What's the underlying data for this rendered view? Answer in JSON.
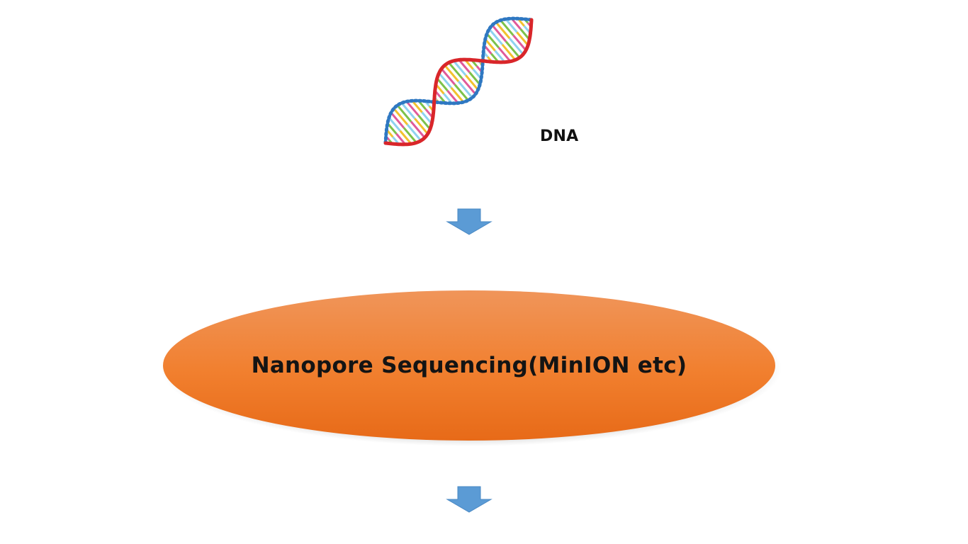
{
  "diagram": {
    "nodes": [
      {
        "id": "dna",
        "label": "DNA",
        "icon": "dna-double-helix-icon"
      },
      {
        "id": "nanopore",
        "label": "Nanopore Sequencing(MinION etc)",
        "shape": "ellipse"
      }
    ],
    "edges": [
      {
        "from": "dna",
        "to": "nanopore",
        "style": "down-arrow"
      },
      {
        "from": "nanopore",
        "to": "",
        "style": "down-arrow"
      }
    ],
    "colors": {
      "ellipse_top": "#F0955A",
      "ellipse_mid": "#F17F2E",
      "ellipse_bottom": "#E76A18",
      "arrow_fill": "#5B9BD5",
      "arrow_stroke": "#4A89C4",
      "dna_backbone_a": "#D9262A",
      "dna_backbone_b": "#2F78C2",
      "text": "#141414"
    }
  }
}
